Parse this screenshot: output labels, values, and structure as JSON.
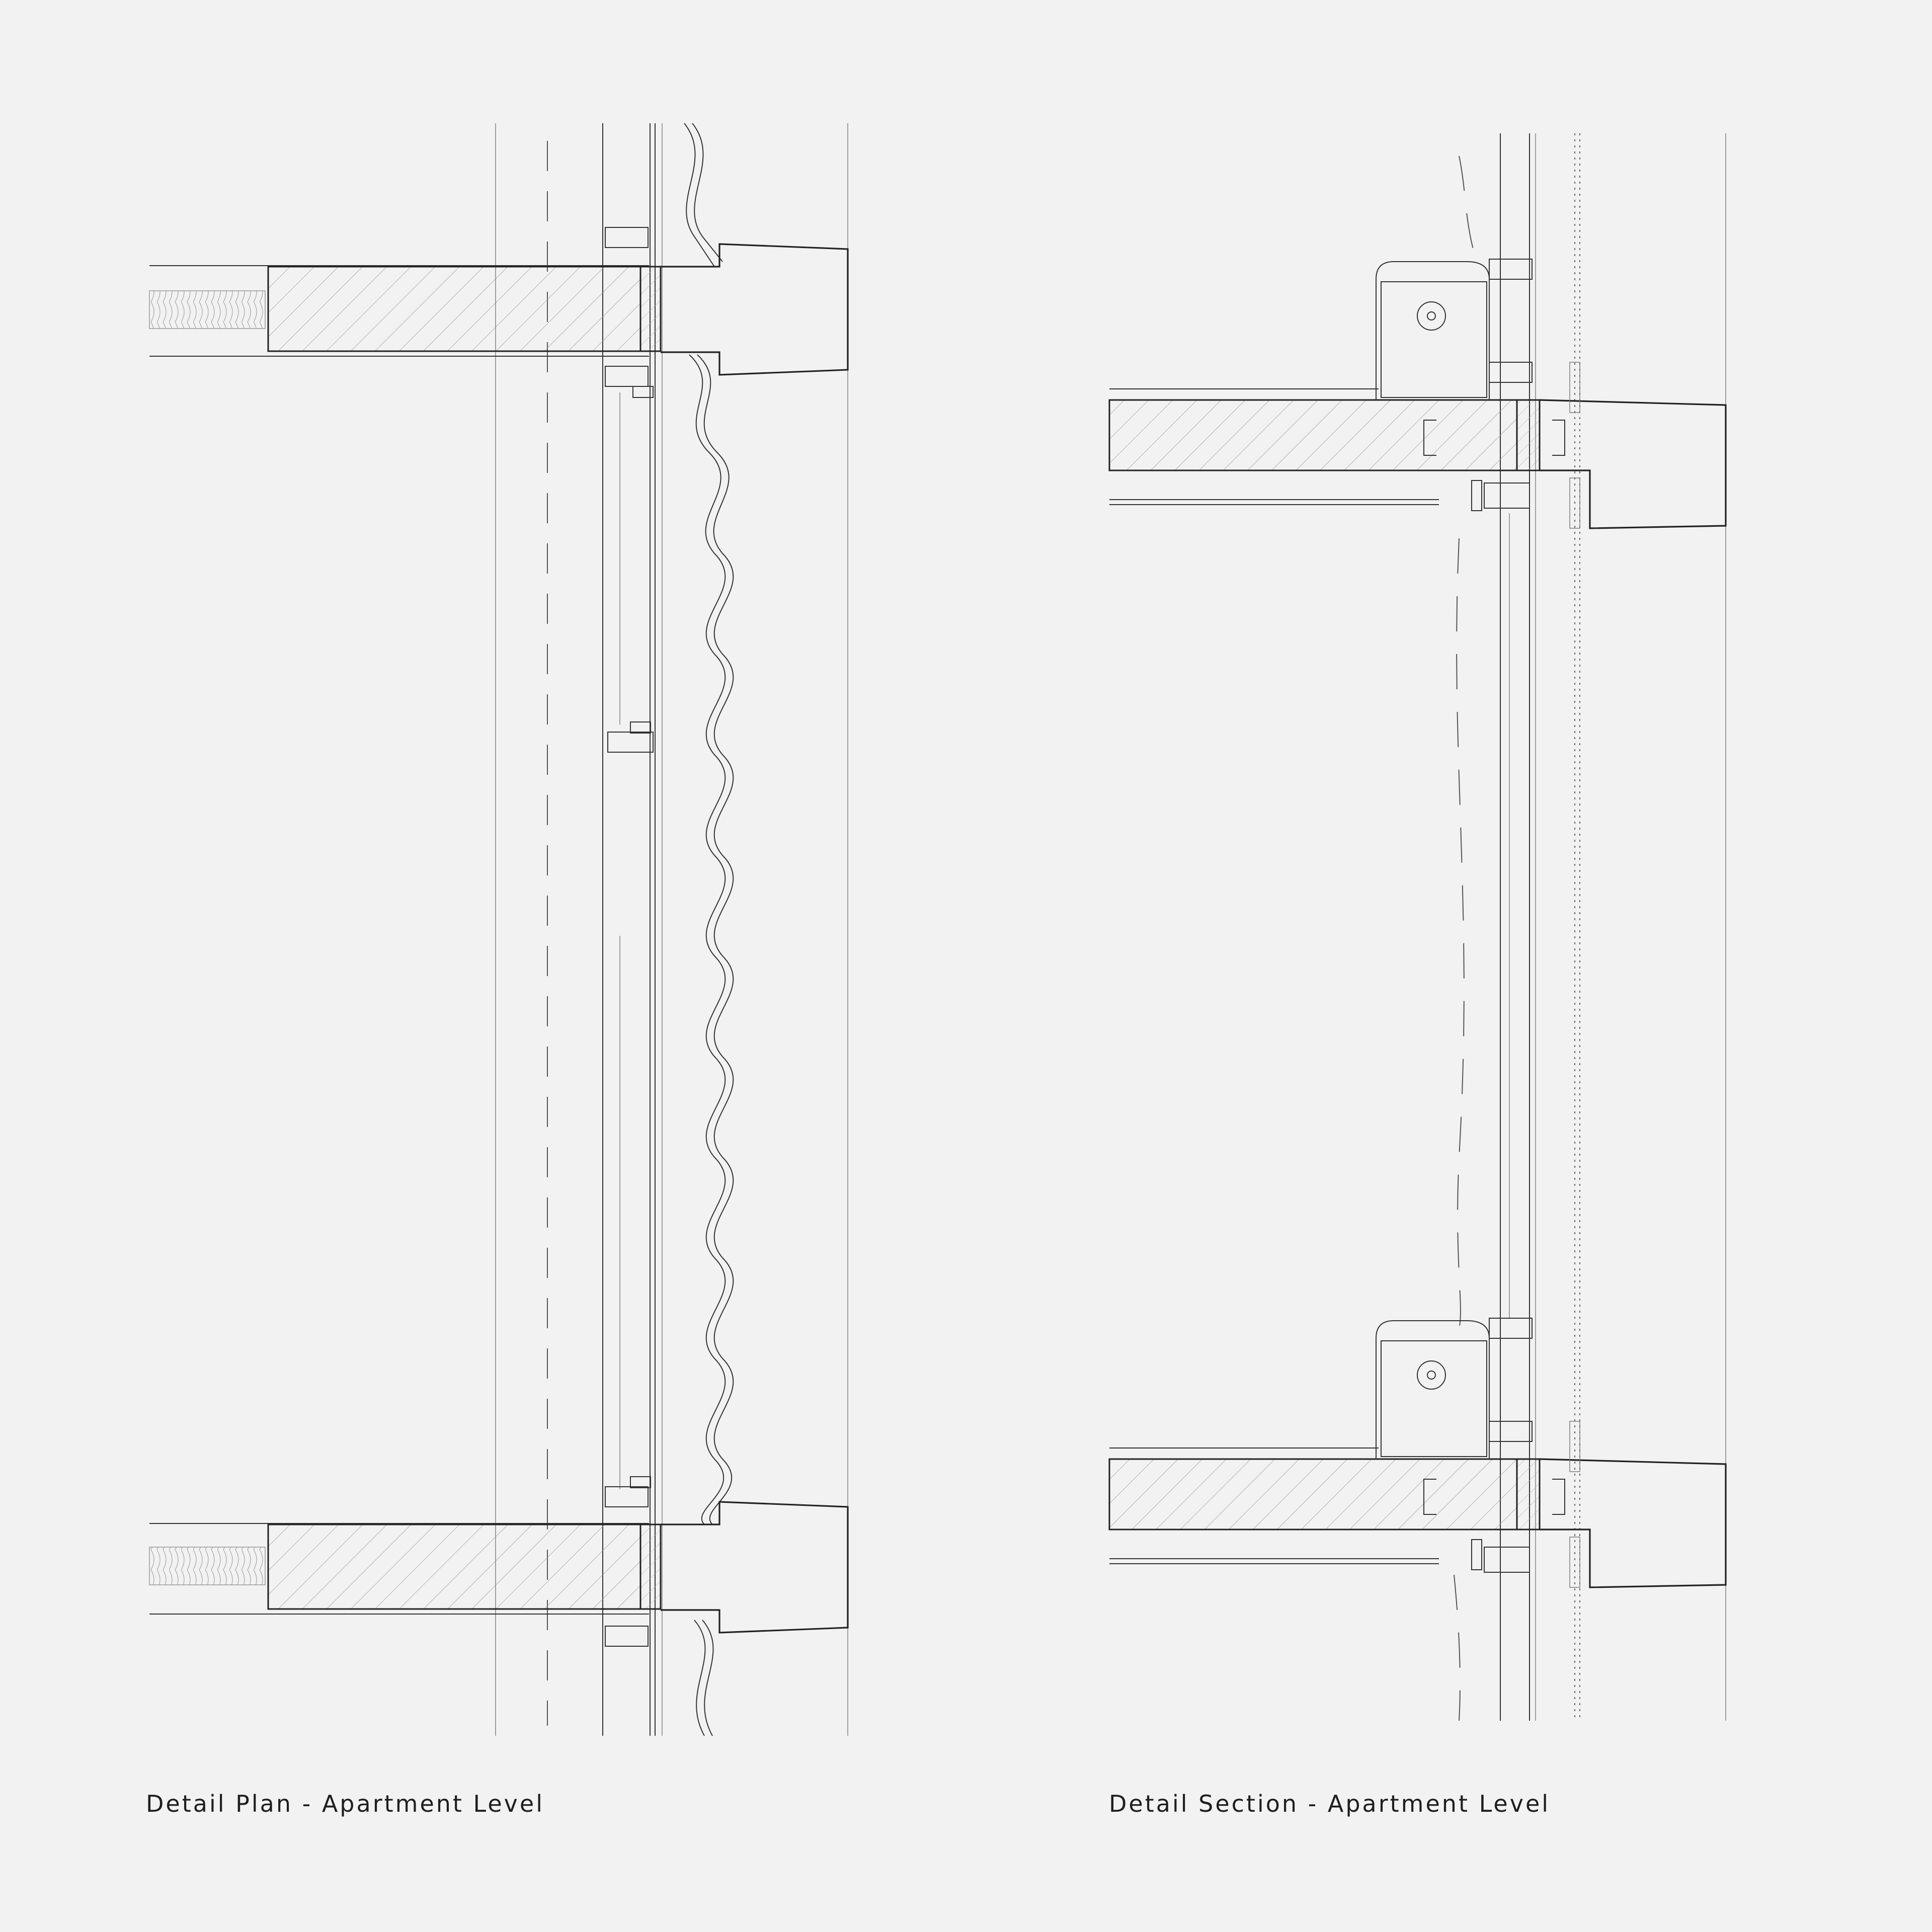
{
  "drawings": [
    {
      "id": "plan",
      "caption": "Detail Plan - Apartment Level"
    },
    {
      "id": "section",
      "caption": "Detail Section - Apartment Level"
    }
  ],
  "colors": {
    "background": "#f2f2f2",
    "line": "#333333",
    "text": "#1e1e1e"
  }
}
